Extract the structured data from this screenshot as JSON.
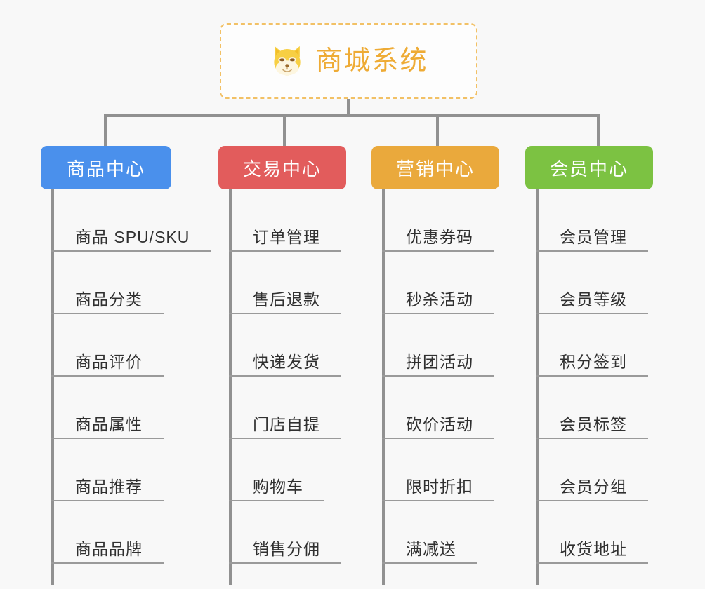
{
  "page": {
    "background_color": "#f8f8f8",
    "line_color": "#919191"
  },
  "root": {
    "title": "商城系统",
    "icon": "shiba-dog-face-icon",
    "border_color": "#f2c166",
    "text_color": "#eeab35"
  },
  "branches": [
    {
      "name": "商品中心",
      "color": "#4a90ec",
      "items": [
        "商品 SPU/SKU",
        "商品分类",
        "商品评价",
        "商品属性",
        "商品推荐",
        "商品品牌"
      ]
    },
    {
      "name": "交易中心",
      "color": "#e25c5c",
      "items": [
        "订单管理",
        "售后退款",
        "快递发货",
        "门店自提",
        "购物车",
        "销售分佣"
      ]
    },
    {
      "name": "营销中心",
      "color": "#eaa93c",
      "items": [
        "优惠券码",
        "秒杀活动",
        "拼团活动",
        "砍价活动",
        "限时折扣",
        "满减送"
      ]
    },
    {
      "name": "会员中心",
      "color": "#7cc242",
      "items": [
        "会员管理",
        "会员等级",
        "积分签到",
        "会员标签",
        "会员分组",
        "收货地址"
      ]
    }
  ]
}
